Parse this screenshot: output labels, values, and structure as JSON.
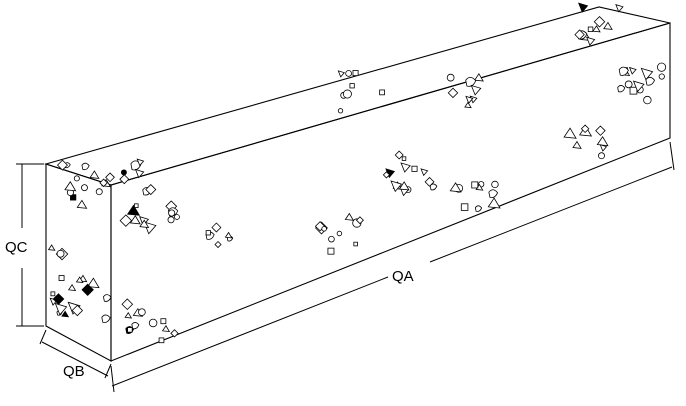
{
  "labels": {
    "length": "QA",
    "width": "QB",
    "height": "QC"
  },
  "colors": {
    "line": "#000000",
    "background": "#ffffff"
  }
}
